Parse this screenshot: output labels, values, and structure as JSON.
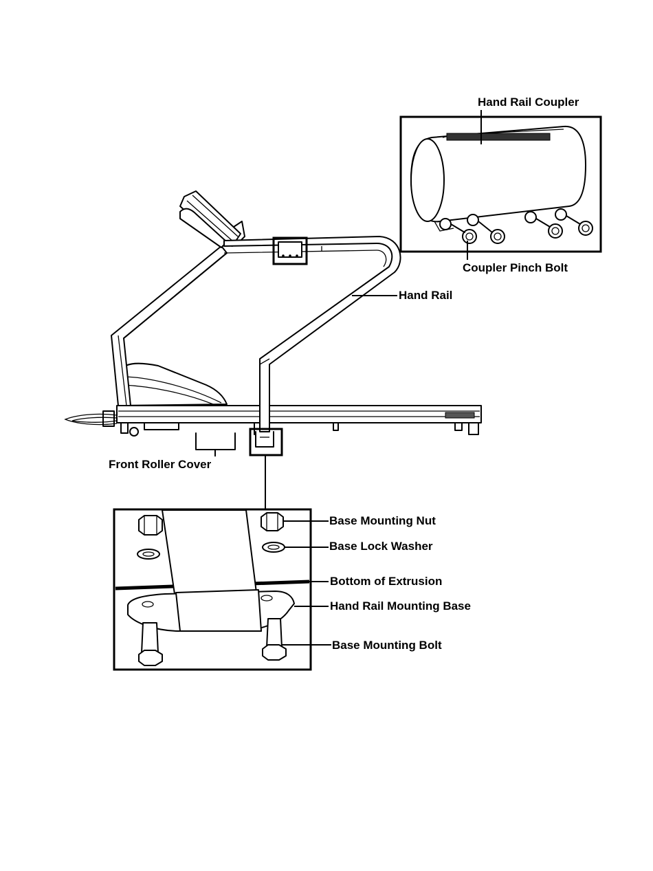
{
  "labels": {
    "hand_rail_coupler": "Hand Rail Coupler",
    "coupler_pinch_bolt": "Coupler Pinch Bolt",
    "hand_rail": "Hand Rail",
    "front_roller_cover": "Front Roller Cover",
    "base_mounting_nut": "Base Mounting Nut",
    "base_lock_washer": "Base Lock Washer",
    "bottom_of_extrusion": "Bottom of Extrusion",
    "hand_rail_mounting_base": "Hand Rail Mounting Base",
    "base_mounting_bolt": "Base Mounting Bolt"
  }
}
